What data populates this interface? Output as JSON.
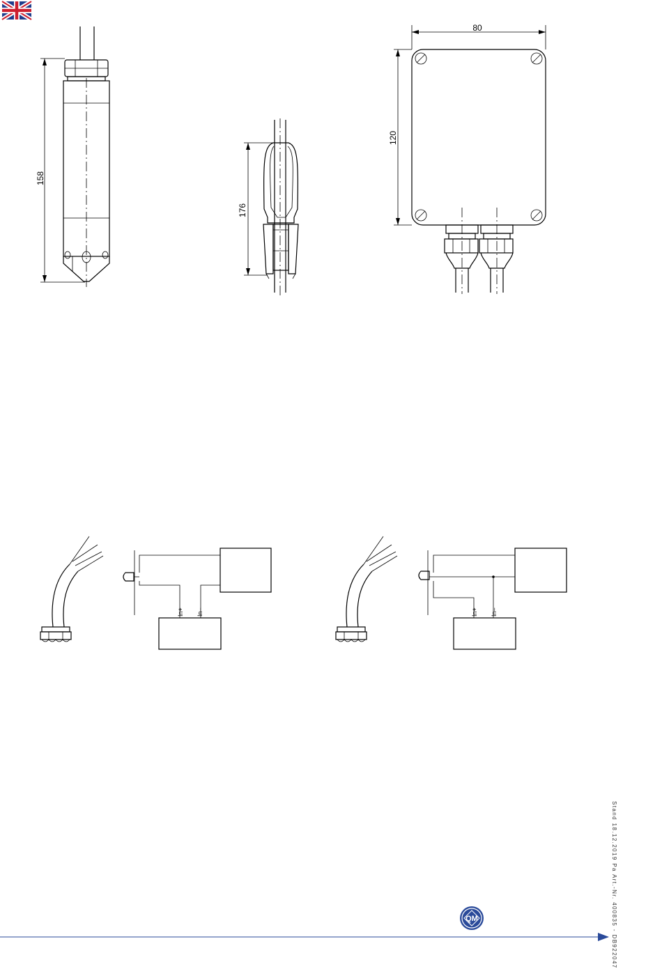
{
  "header": {
    "flag_icon": "uk-flag-icon"
  },
  "drawings": {
    "sensor_length": "158",
    "clamp_length": "176",
    "box_width": "80",
    "box_height": "120"
  },
  "wiring": {
    "left": {
      "in_plus": "In+",
      "in_minus": "In–"
    },
    "right": {
      "in_plus": "In+",
      "in_minus": "In–"
    }
  },
  "footer": {
    "stand_text": "Stand 18.12.2019 Pa Art.-Nr. 400835 - DB922047",
    "logo_text": "QM",
    "accent_color": "#2a4a9a"
  }
}
